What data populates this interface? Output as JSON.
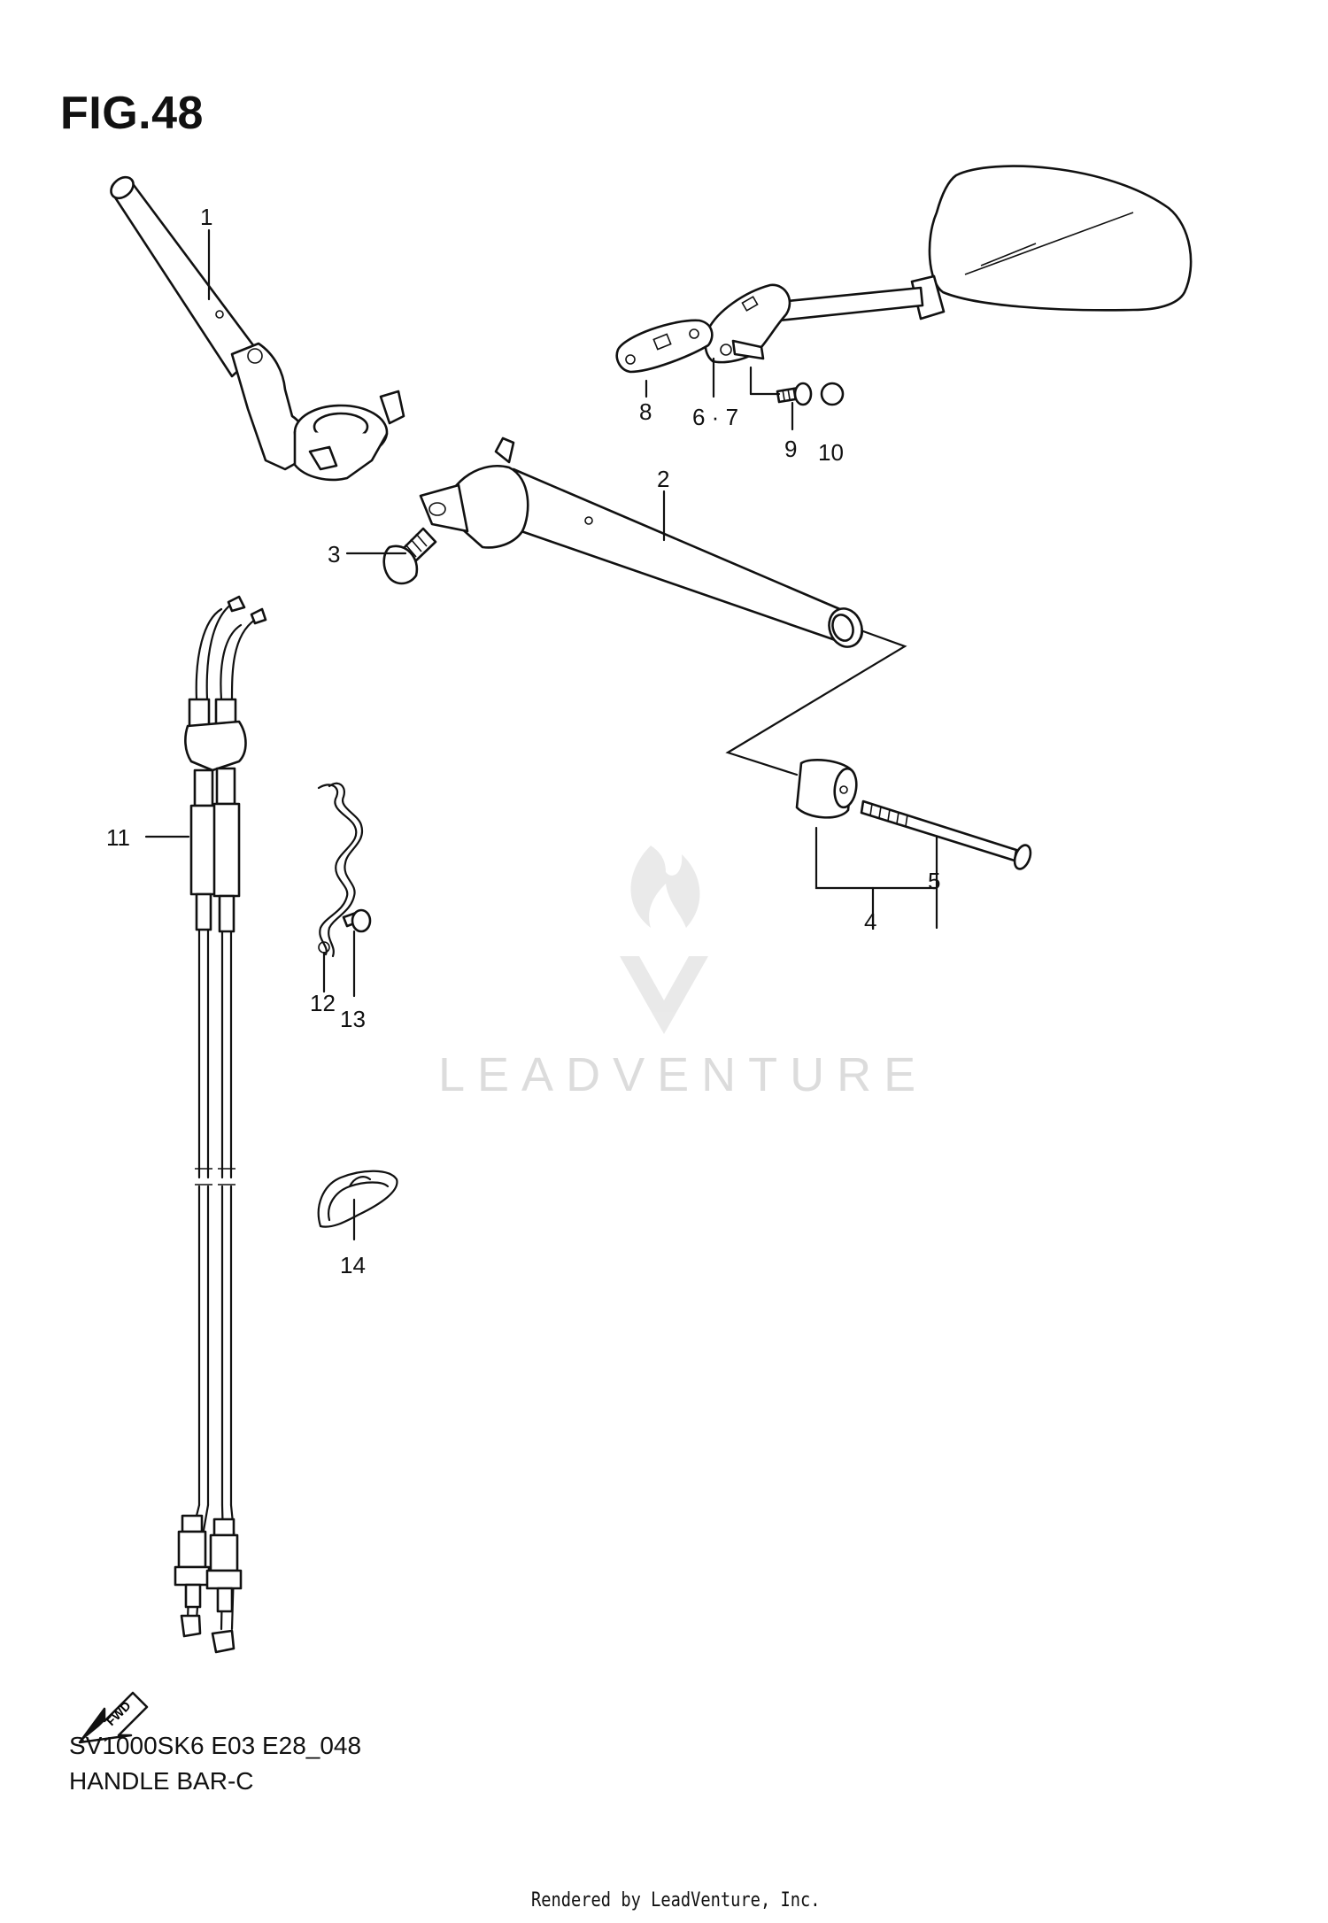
{
  "figure": {
    "title": "FIG.48",
    "code": "SV1000SK6 E03 E28_048",
    "name": "HANDLE BAR-C",
    "rendered_by": "Rendered by LeadVenture, Inc.",
    "watermark": "LEADVENTURE",
    "fwd_label": "FWD"
  },
  "callouts": [
    {
      "id": "1",
      "text": "1"
    },
    {
      "id": "2",
      "text": "2"
    },
    {
      "id": "3",
      "text": "3"
    },
    {
      "id": "4",
      "text": "4"
    },
    {
      "id": "5",
      "text": "5"
    },
    {
      "id": "6-7",
      "text": "6 · 7"
    },
    {
      "id": "8",
      "text": "8"
    },
    {
      "id": "9",
      "text": "9"
    },
    {
      "id": "10",
      "text": "10"
    },
    {
      "id": "11",
      "text": "11"
    },
    {
      "id": "12",
      "text": "12"
    },
    {
      "id": "13",
      "text": "13"
    },
    {
      "id": "14",
      "text": "14"
    }
  ],
  "icons": [
    "fwd-arrow-icon",
    "leadventure-logo-icon"
  ]
}
